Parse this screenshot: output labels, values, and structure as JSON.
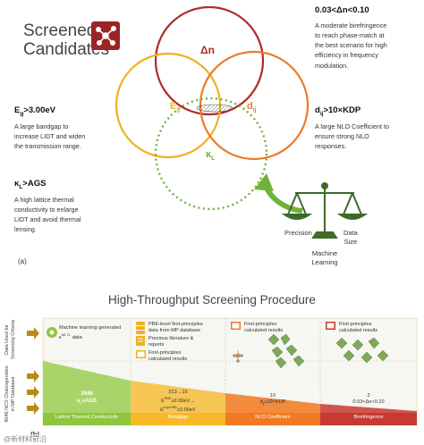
{
  "panel_a": {
    "label": "(a)",
    "title_line1": "Screened",
    "title_line2": "Candidates",
    "circles": {
      "dn": {
        "label": "Δn",
        "color": "#b22a2a"
      },
      "eg": {
        "label": "E",
        "sub": "g",
        "color": "#f0b21c"
      },
      "dij": {
        "label": "d",
        "sub": "ij",
        "color": "#ef7a2a"
      },
      "kl": {
        "label": "κ",
        "sub": "L",
        "color": "#6fb23a"
      }
    },
    "criteria": {
      "dn": {
        "heading": "0.03<Δn<0.10",
        "lines": [
          "A moderate birefringence",
          "to reach phase-match at",
          "the best scenario for high",
          "efficiency in frequency",
          "modulation."
        ]
      },
      "eg": {
        "heading": "E",
        "heading_sub": "g",
        "heading_rest": ">3.00eV",
        "lines": [
          "A large bandgap to",
          "increase LIDT and widen",
          "the transmission range."
        ]
      },
      "dij": {
        "heading": "d",
        "heading_sub": "ij",
        "heading_rest": ">10×KDP",
        "lines": [
          "A large NLO Coefficient to",
          "ensure strong NLO",
          "responses."
        ]
      },
      "kl": {
        "heading": "κ",
        "heading_sub": "L",
        "heading_rest": ">AGS",
        "lines": [
          "A high lattice thermal",
          "conductivity to enlarge",
          "LIDT and avoid thermal",
          "lensing."
        ]
      }
    },
    "ml": {
      "precision": "Precision",
      "data_size_1": "Data",
      "data_size_2": "Size",
      "ml_1": "Machine",
      "ml_2": "Learning"
    }
  },
  "panel_b": {
    "label": "(b)",
    "title": "High-Throughput Screening Procedure",
    "side_top": [
      "Data Used for",
      "Screening Criteria"
    ],
    "side_bottom": [
      "8046 NCS Chalcogenides",
      "in MP Database"
    ],
    "columns": [
      {
        "header_lines": [
          "Machine learning generated",
          "κ",
          "data"
        ],
        "header_sup": "MI-TL",
        "count": "2946",
        "criterion": "κ",
        "criterion_sub": "L",
        "criterion_rest": "≥AGS",
        "footer": "Lattice Thermal Conductivity",
        "color": "#8ec63f"
      },
      {
        "header_lines": [
          "PBE-level first-principles",
          "data from MP database",
          "Previous literature &",
          "reports",
          "First-principles",
          "calculated results"
        ],
        "count": "313→15",
        "criterion_l1": "E",
        "criterion_l1_sup": "PBE",
        "criterion_l1_rest": "≥2.00eV→",
        "criterion_l2": "E",
        "criterion_l2_sup": "exp/HSE",
        "criterion_l2_rest": "≥3.00eV",
        "footer": "Bandgap",
        "color": "#f7b92a"
      },
      {
        "header_lines": [
          "First-principles",
          "calculated results"
        ],
        "count": "10",
        "criterion": "d",
        "criterion_sub": "ij",
        "criterion_rest": "≥10×KDP",
        "footer": "NLO Coefficient",
        "color": "#f07a24"
      },
      {
        "header_lines": [
          "First-principles",
          "calculated results"
        ],
        "count": "2",
        "criterion": "0.03<Δn<0.10",
        "footer": "Birefringence",
        "color": "#c53a32"
      }
    ],
    "watermark": "@新材料前沿"
  }
}
